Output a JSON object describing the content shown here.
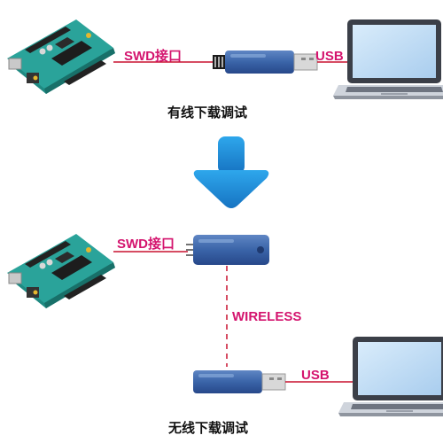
{
  "diagram": {
    "wired": {
      "link_label": "SWD接口",
      "usb_label": "USB",
      "caption": "有线下载调试"
    },
    "wireless": {
      "link_label": "SWD接口",
      "wireless_label": "WIRELESS",
      "usb_label": "USB",
      "caption": "无线下载调试"
    }
  },
  "colors": {
    "label": "#d4146e",
    "line": "#c8102e",
    "arrow": "#1e90d6",
    "board": "#2aa39a",
    "dongle": "#3a64a8",
    "laptop": "#3b3f48"
  }
}
